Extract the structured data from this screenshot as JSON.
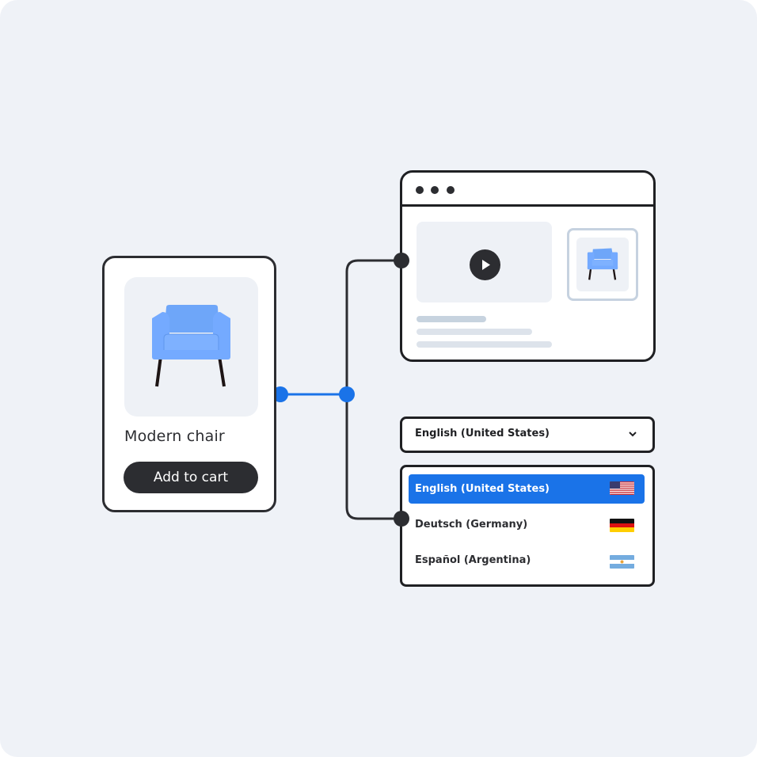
{
  "colors": {
    "background": "#eff2f7",
    "accent": "#1a73e8",
    "dark": "#2c2d31",
    "chair_blue": "#74a9ff"
  },
  "product_card": {
    "title": "Modern chair",
    "button_label": "Add to cart",
    "image": "chair-icon"
  },
  "browser_window": {
    "window_controls": [
      "dot",
      "dot",
      "dot"
    ],
    "video_icon": "play-icon",
    "thumbnail": "chair-icon",
    "skeleton_lines": 3
  },
  "language_select": {
    "selected_value": "English (United States)",
    "chevron_icon": "chevron-down-icon",
    "options": [
      {
        "label": "English (United States)",
        "flag": "us-flag-icon",
        "active": true
      },
      {
        "label": "Deutsch (Germany)",
        "flag": "de-flag-icon",
        "active": false
      },
      {
        "label": "Español (Argentina)",
        "flag": "ar-flag-icon",
        "active": false
      }
    ]
  }
}
